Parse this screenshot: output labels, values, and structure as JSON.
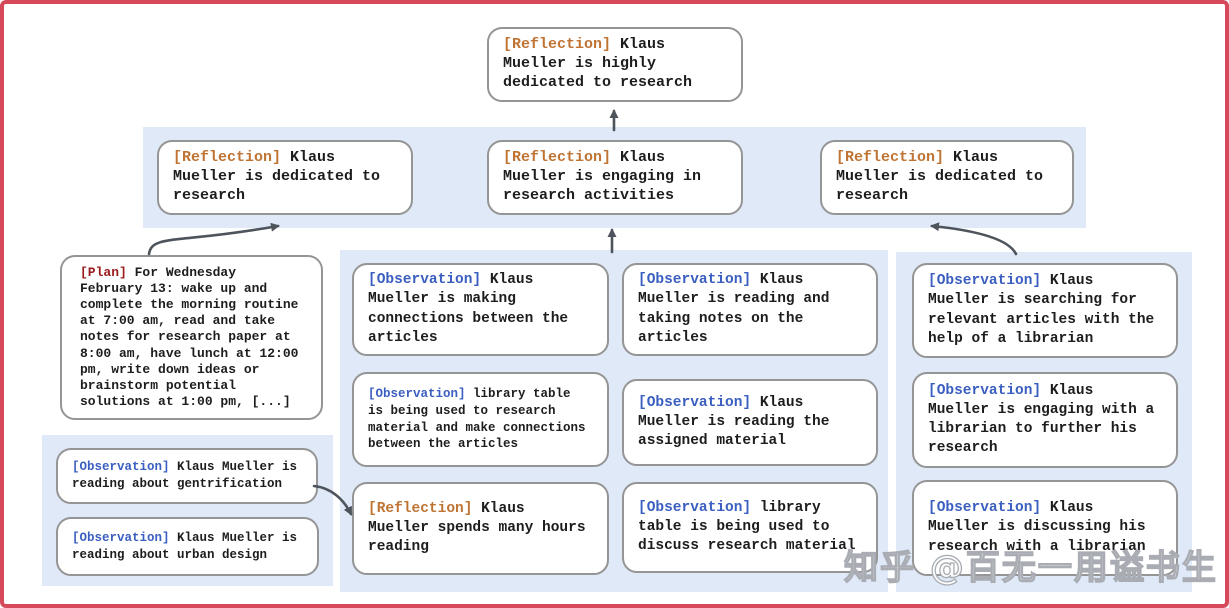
{
  "colors": {
    "frame_red": "#d5495a",
    "panel_blue": "#dfe9f7",
    "box_border_gray": "#959595",
    "reflection_tag_orange": "#bf7434",
    "observation_tag_blue": "#3b5fc0",
    "plan_tag_dark_red": "#9a1b1b",
    "arrow_gray": "#4e545c",
    "body_text": "#1d1d1d"
  },
  "nodes": {
    "root_reflection": {
      "tag": "[Reflection]",
      "text": "Klaus Mueller is highly dedicated to research"
    },
    "reflection_left": {
      "tag": "[Reflection]",
      "text": "Klaus Mueller is dedicated to research"
    },
    "reflection_mid": {
      "tag": "[Reflection]",
      "text": "Klaus Mueller is engaging in research activities"
    },
    "reflection_right": {
      "tag": "[Reflection]",
      "text": "Klaus Mueller is dedicated to research"
    },
    "plan": {
      "tag": "[Plan]",
      "text": "For Wednesday February 13: wake up and complete the morning routine at 7:00 am, read and take notes for research paper at 8:00 am, have lunch at 12:00 pm, write down ideas or brainstorm potential solutions at 1:00 pm, [...]"
    },
    "obs_gentrification": {
      "tag": "[Observation]",
      "text": "Klaus Mueller is reading about gentrification"
    },
    "obs_urban_design": {
      "tag": "[Observation]",
      "text": "Klaus Mueller is reading about urban design"
    },
    "obs_connections": {
      "tag": "[Observation]",
      "text": "Klaus Mueller is making connections between the articles"
    },
    "obs_library_research": {
      "tag": "[Observation]",
      "text": "library table is being used to research material and make connections between the articles"
    },
    "reflection_hours": {
      "tag": "[Reflection]",
      "text": "Klaus Mueller spends many hours reading"
    },
    "obs_taking_notes": {
      "tag": "[Observation]",
      "text": "Klaus Mueller is reading and taking notes on the articles"
    },
    "obs_assigned_material": {
      "tag": "[Observation]",
      "text": "Klaus Mueller is reading the assigned material"
    },
    "obs_library_discuss": {
      "tag": "[Observation]",
      "text": "library table is being used to discuss research material"
    },
    "obs_searching_articles": {
      "tag": "[Observation]",
      "text": "Klaus Mueller is searching for relevant articles with the help of a librarian"
    },
    "obs_engaging_librarian": {
      "tag": "[Observation]",
      "text": "Klaus Mueller is engaging with a librarian to further his research"
    },
    "obs_discussing_librarian": {
      "tag": "[Observation]",
      "text": "Klaus Mueller is discussing his research with a librarian"
    }
  },
  "watermark": {
    "text": "知乎 @百无一用谥书生"
  }
}
